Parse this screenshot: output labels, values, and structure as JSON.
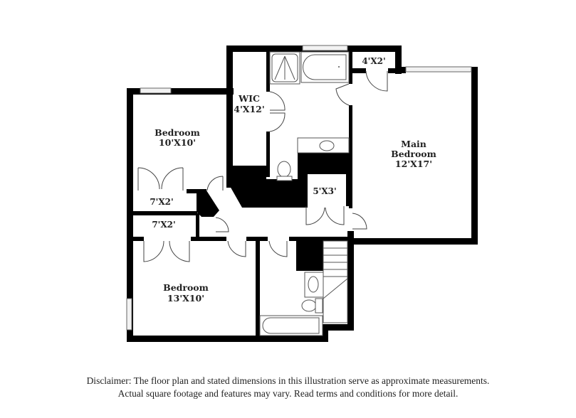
{
  "floor_plan": {
    "rooms": [
      {
        "id": "bedroom-1",
        "name": "Bedroom",
        "dims": "10'X10'"
      },
      {
        "id": "closet-bedroom-1",
        "name": "",
        "dims": "7'X2'"
      },
      {
        "id": "wic",
        "name": "WIC",
        "dims": "4'X12'"
      },
      {
        "id": "closet-main",
        "name": "",
        "dims": "4'X2'"
      },
      {
        "id": "main-bedroom",
        "name_line1": "Main",
        "name_line2": "Bedroom",
        "dims": "12'X17'"
      },
      {
        "id": "linen-closet",
        "name": "",
        "dims": "5'X3'"
      },
      {
        "id": "closet-bedroom-2",
        "name": "",
        "dims": "7'X2'"
      },
      {
        "id": "bedroom-2",
        "name": "Bedroom",
        "dims": "13'X10'"
      }
    ],
    "colors": {
      "wall": "#000000",
      "fixture_stroke": "#555555",
      "background": "#ffffff"
    }
  },
  "disclaimer": {
    "line1": "Disclaimer: The floor plan and stated dimensions in this illustration serve as approximate measurements.",
    "line2": "Actual square footage and features may vary. Read terms and conditions for more detail."
  }
}
